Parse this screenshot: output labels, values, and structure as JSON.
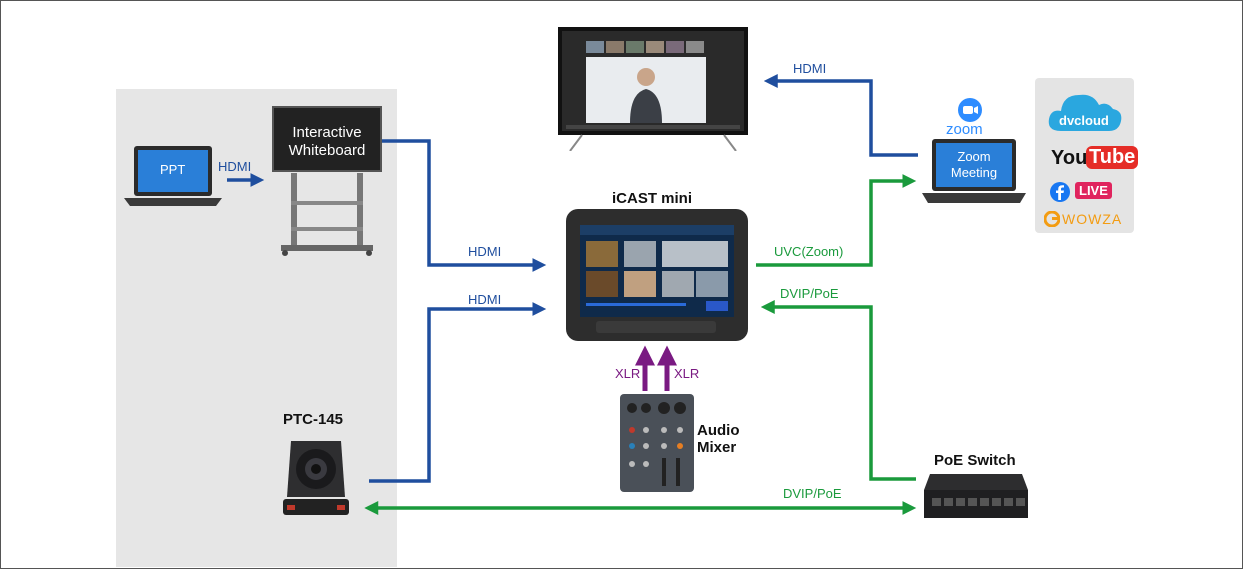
{
  "devices": {
    "laptop_screen": "PPT",
    "whiteboard_screen": [
      "Interactive",
      "Whiteboard"
    ],
    "zoom_laptop_screen": [
      "Zoom",
      "Meeting"
    ],
    "icast_title": "iCAST mini",
    "camera_title": "PTC-145",
    "mixer_title": [
      "Audio",
      "Mixer"
    ],
    "switch_title": "PoE Switch"
  },
  "connections": {
    "ppt_to_whiteboard": "HDMI",
    "whiteboard_to_icast": "HDMI",
    "camera_to_icast": "HDMI",
    "zoom_to_tv": "HDMI",
    "icast_to_zoom": "UVC(Zoom)",
    "switch_to_icast": "DVIP/PoE",
    "camera_to_switch": "DVIP/PoE",
    "mixer_xlr_left": "XLR",
    "mixer_xlr_right": "XLR"
  },
  "logos": {
    "zoom": "zoom",
    "dvcloud": "dvcloud",
    "youtube_you": "You",
    "youtube_tube": "Tube",
    "facebook_live": "LIVE",
    "wowza": "WOWZA"
  },
  "colors": {
    "hdmi": "#1f4e9e",
    "dvip": "#1a9a3c",
    "xlr": "#7a1a82"
  }
}
